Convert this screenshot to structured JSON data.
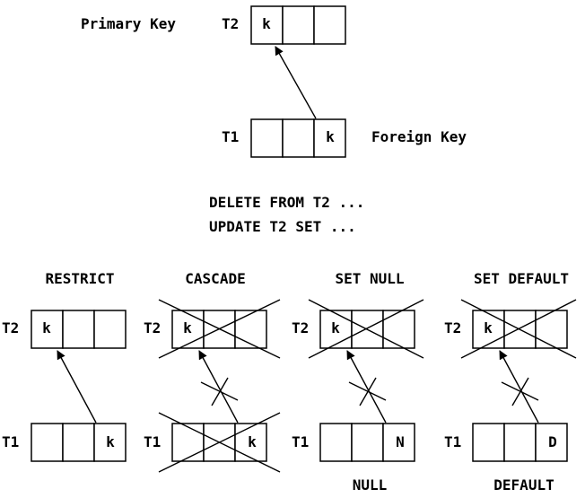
{
  "top": {
    "primary_key_label": "Primary Key",
    "foreign_key_label": "Foreign Key",
    "t2_label": "T2",
    "t1_label": "T1",
    "t2_value": "k",
    "t1_value": "k"
  },
  "statements": {
    "line1": "DELETE FROM T2 ...",
    "line2": "UPDATE T2 SET ..."
  },
  "cases": [
    {
      "title": "RESTRICT",
      "t2_label": "T2",
      "t1_label": "T1",
      "t2_value": "k",
      "t1_value": "k",
      "caption": ""
    },
    {
      "title": "CASCADE",
      "t2_label": "T2",
      "t1_label": "T1",
      "t2_value": "k",
      "t1_value": "k",
      "caption": ""
    },
    {
      "title": "SET NULL",
      "t2_label": "T2",
      "t1_label": "T1",
      "t2_value": "k",
      "t1_value": "N",
      "caption": "NULL"
    },
    {
      "title": "SET DEFAULT",
      "t2_label": "T2",
      "t1_label": "T1",
      "t2_value": "k",
      "t1_value": "D",
      "caption": "DEFAULT"
    }
  ]
}
